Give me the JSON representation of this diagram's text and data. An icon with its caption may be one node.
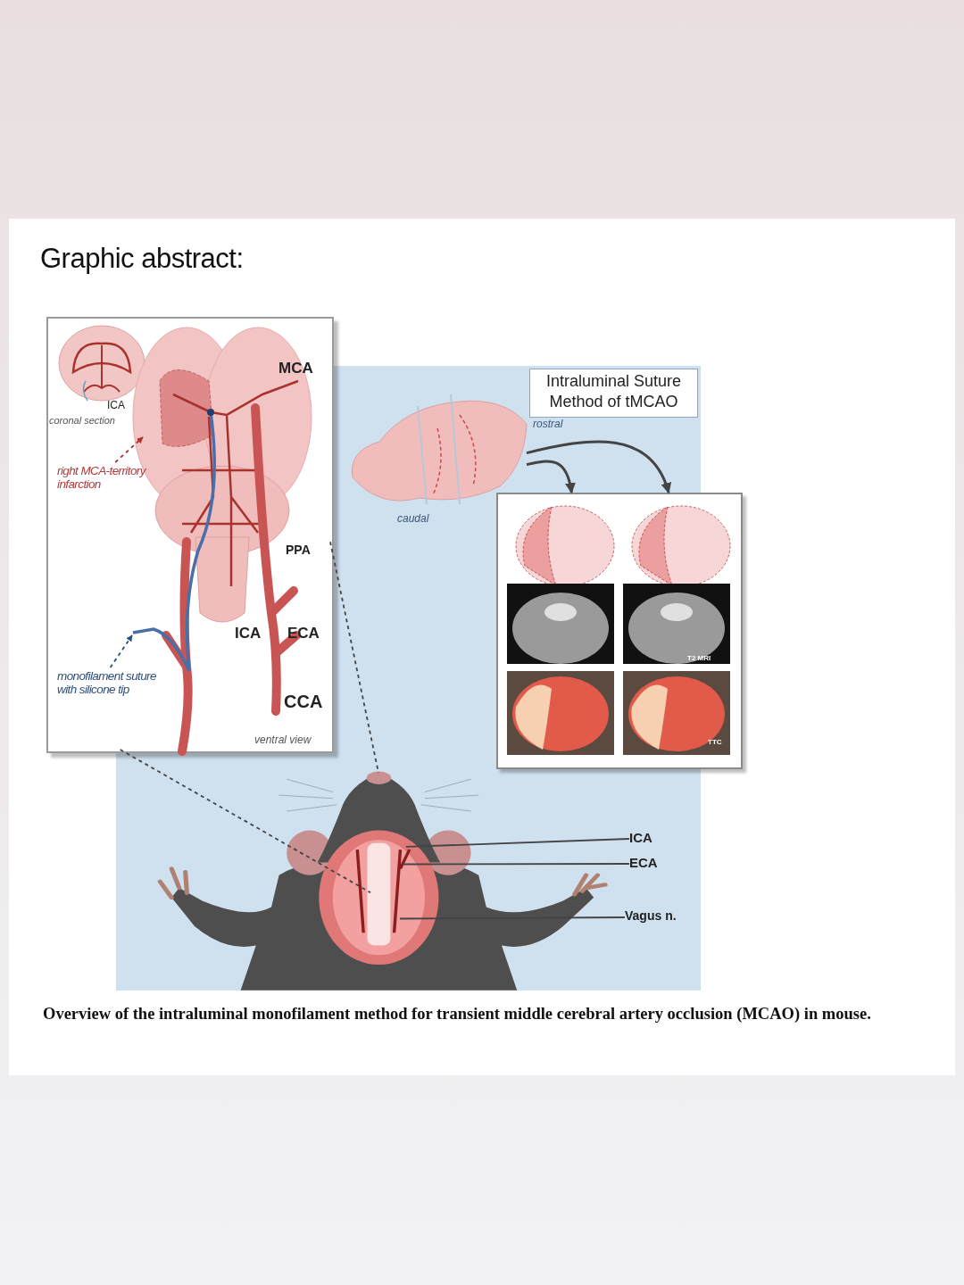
{
  "diagram": {
    "title": "Graphic abstract:",
    "caption": "Overview of the intraluminal monofilament method for transient middle cerebral artery occlusion (MCAO) in mouse.",
    "nodes": [
      {
        "text": [],
        "shape": "box"
      },
      {
        "text": [
          "right MCA-territory infarction"
        ],
        "in": 0
      },
      {
        "text": [
          "monofilament suture with silicone tip"
        ],
        "in": 0
      },
      {
        "text": [
          "Intraluminal Suture Method of tMCAO"
        ]
      },
      {
        "text": [],
        "shape": "picture",
        "beside": [
          "rostral",
          "caudal"
        ]
      },
      {
        "text": [],
        "shape": "box"
      },
      {
        "text": [],
        "shape": "picture"
      },
      {
        "text": [
          "ICA"
        ]
      },
      {
        "text": [
          "ECA"
        ]
      },
      {
        "text": [
          "Vagus n."
        ]
      }
    ],
    "edges": [
      {
        "from": 0,
        "to": 6,
        "arrow": "none",
        "style": "dashed"
      },
      {
        "from": 0,
        "to": 6,
        "arrow": "none",
        "style": "dashed"
      },
      {
        "from": 4,
        "to": 5,
        "arrow": "to"
      },
      {
        "from": 4,
        "to": 5,
        "arrow": "to"
      },
      {
        "from": 1,
        "to": null,
        "arrow": "to",
        "style": "dashed",
        "color": "#a8322d"
      },
      {
        "from": 2,
        "to": null,
        "arrow": "to",
        "style": "dashed",
        "color": "#2b4f7a"
      },
      {
        "from": 7,
        "to": 6,
        "arrow": "none"
      },
      {
        "from": 8,
        "to": 6,
        "arrow": "none"
      },
      {
        "from": 9,
        "to": 6,
        "arrow": "none"
      }
    ],
    "labels": [
      "MCA",
      "ICA",
      "coronal section",
      "PPA",
      "ICA",
      "ECA",
      "T2 MRI",
      "CCA",
      "ventral view",
      "TTC"
    ]
  }
}
